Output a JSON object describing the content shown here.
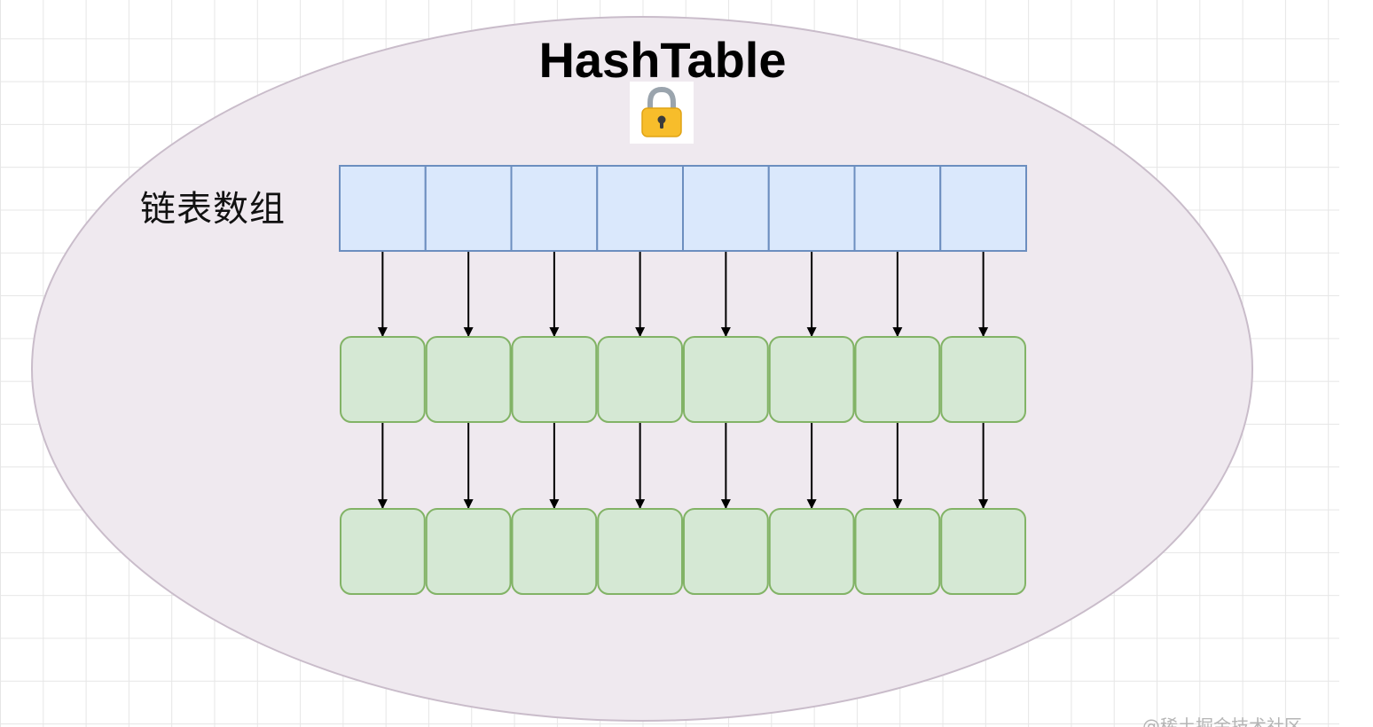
{
  "title": "HashTable",
  "lock_icon": "lock-icon",
  "array_label": "链表数组",
  "bucket_count": 8,
  "chain_levels": 2,
  "colors": {
    "ellipse_fill": "#efe9ef",
    "ellipse_stroke": "#c9bcca",
    "array_cell_fill": "#dae8fc",
    "array_cell_stroke": "#6c8ebf",
    "node_fill": "#d5e8d4",
    "node_stroke": "#82b366",
    "arrow": "#000000"
  },
  "watermark": "@稀土掘金技术社区"
}
